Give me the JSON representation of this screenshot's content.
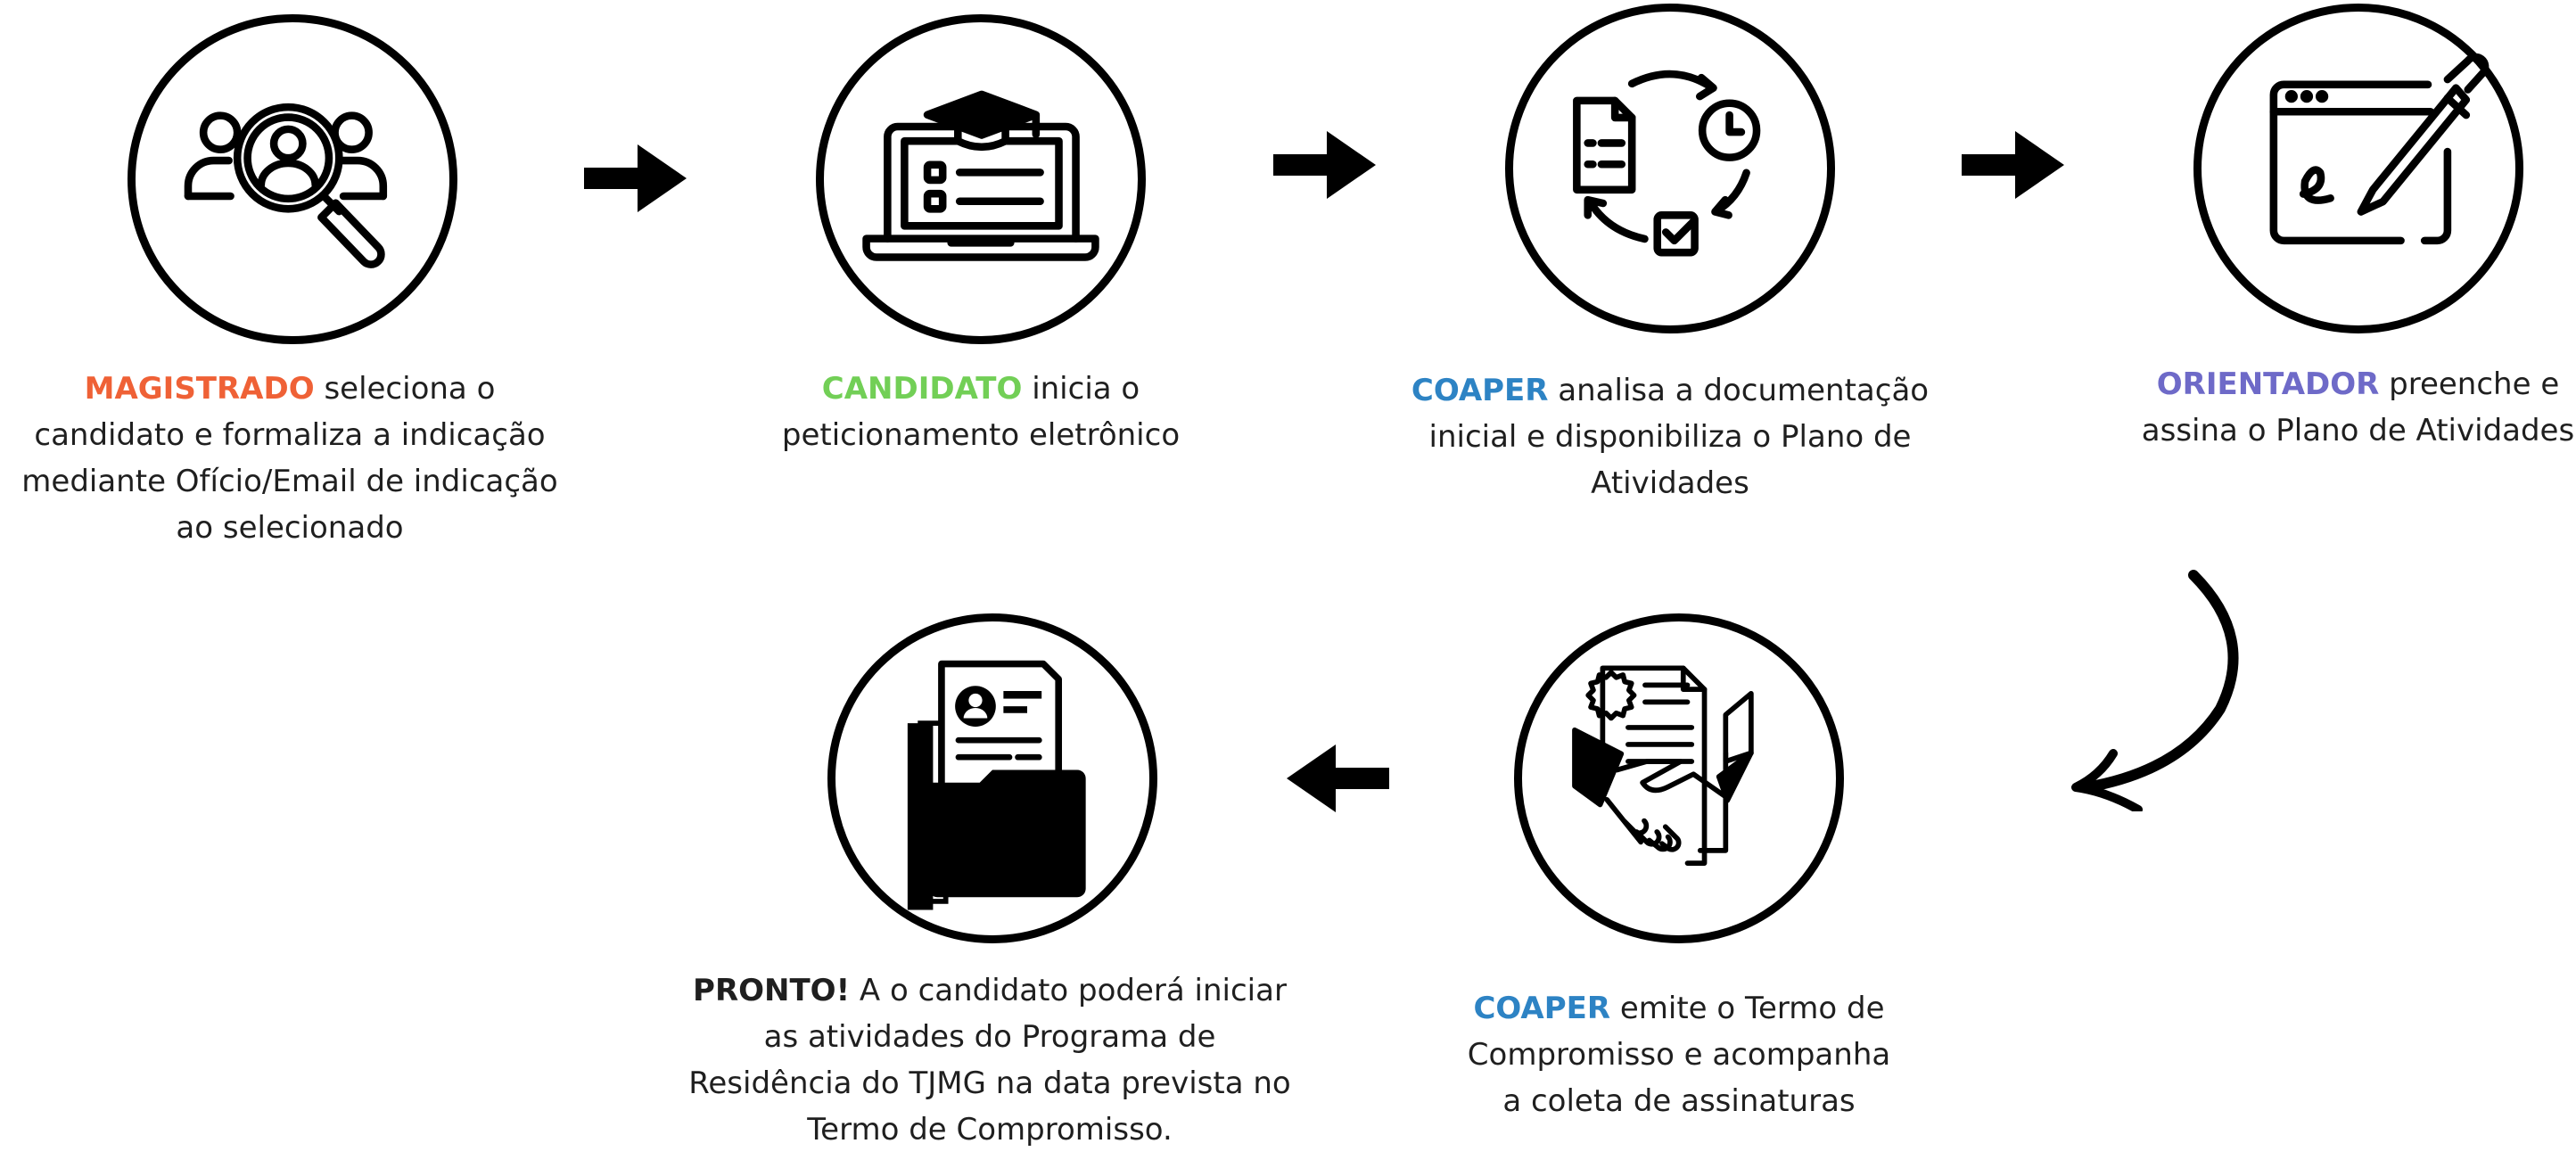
{
  "colors": {
    "magistrado": "#ef6136",
    "candidato": "#72cf56",
    "coaper": "#2d83c4",
    "orientador": "#6e6ac8",
    "text": "#1f1f1f",
    "line": "#000000"
  },
  "steps": [
    {
      "icon": "search-candidates-icon",
      "role": "MAGISTRADO",
      "text": "seleciona o candidato e formaliza a indicação mediante Ofício/Email de indicação ao selecionado"
    },
    {
      "icon": "laptop-graduation-icon",
      "role": "CANDIDATO",
      "text": "inicia o peticionamento eletrônico"
    },
    {
      "icon": "document-cycle-icon",
      "role": "COAPER",
      "text": "analisa a documentação inicial e disponibiliza o Plano de Atividades"
    },
    {
      "icon": "browser-pen-icon",
      "role": "ORIENTADOR",
      "text": "preenche e assina o Plano de Atividades"
    },
    {
      "icon": "handshake-contract-icon",
      "role": "COAPER",
      "text": "emite o Termo de Compromisso e acompanha a coleta de assinaturas"
    },
    {
      "icon": "folder-profile-icon",
      "role": "PRONTO!",
      "text": "A o candidato poderá iniciar as atividades do Programa de Residência do TJMG na data prevista no Termo de Compromisso."
    }
  ]
}
